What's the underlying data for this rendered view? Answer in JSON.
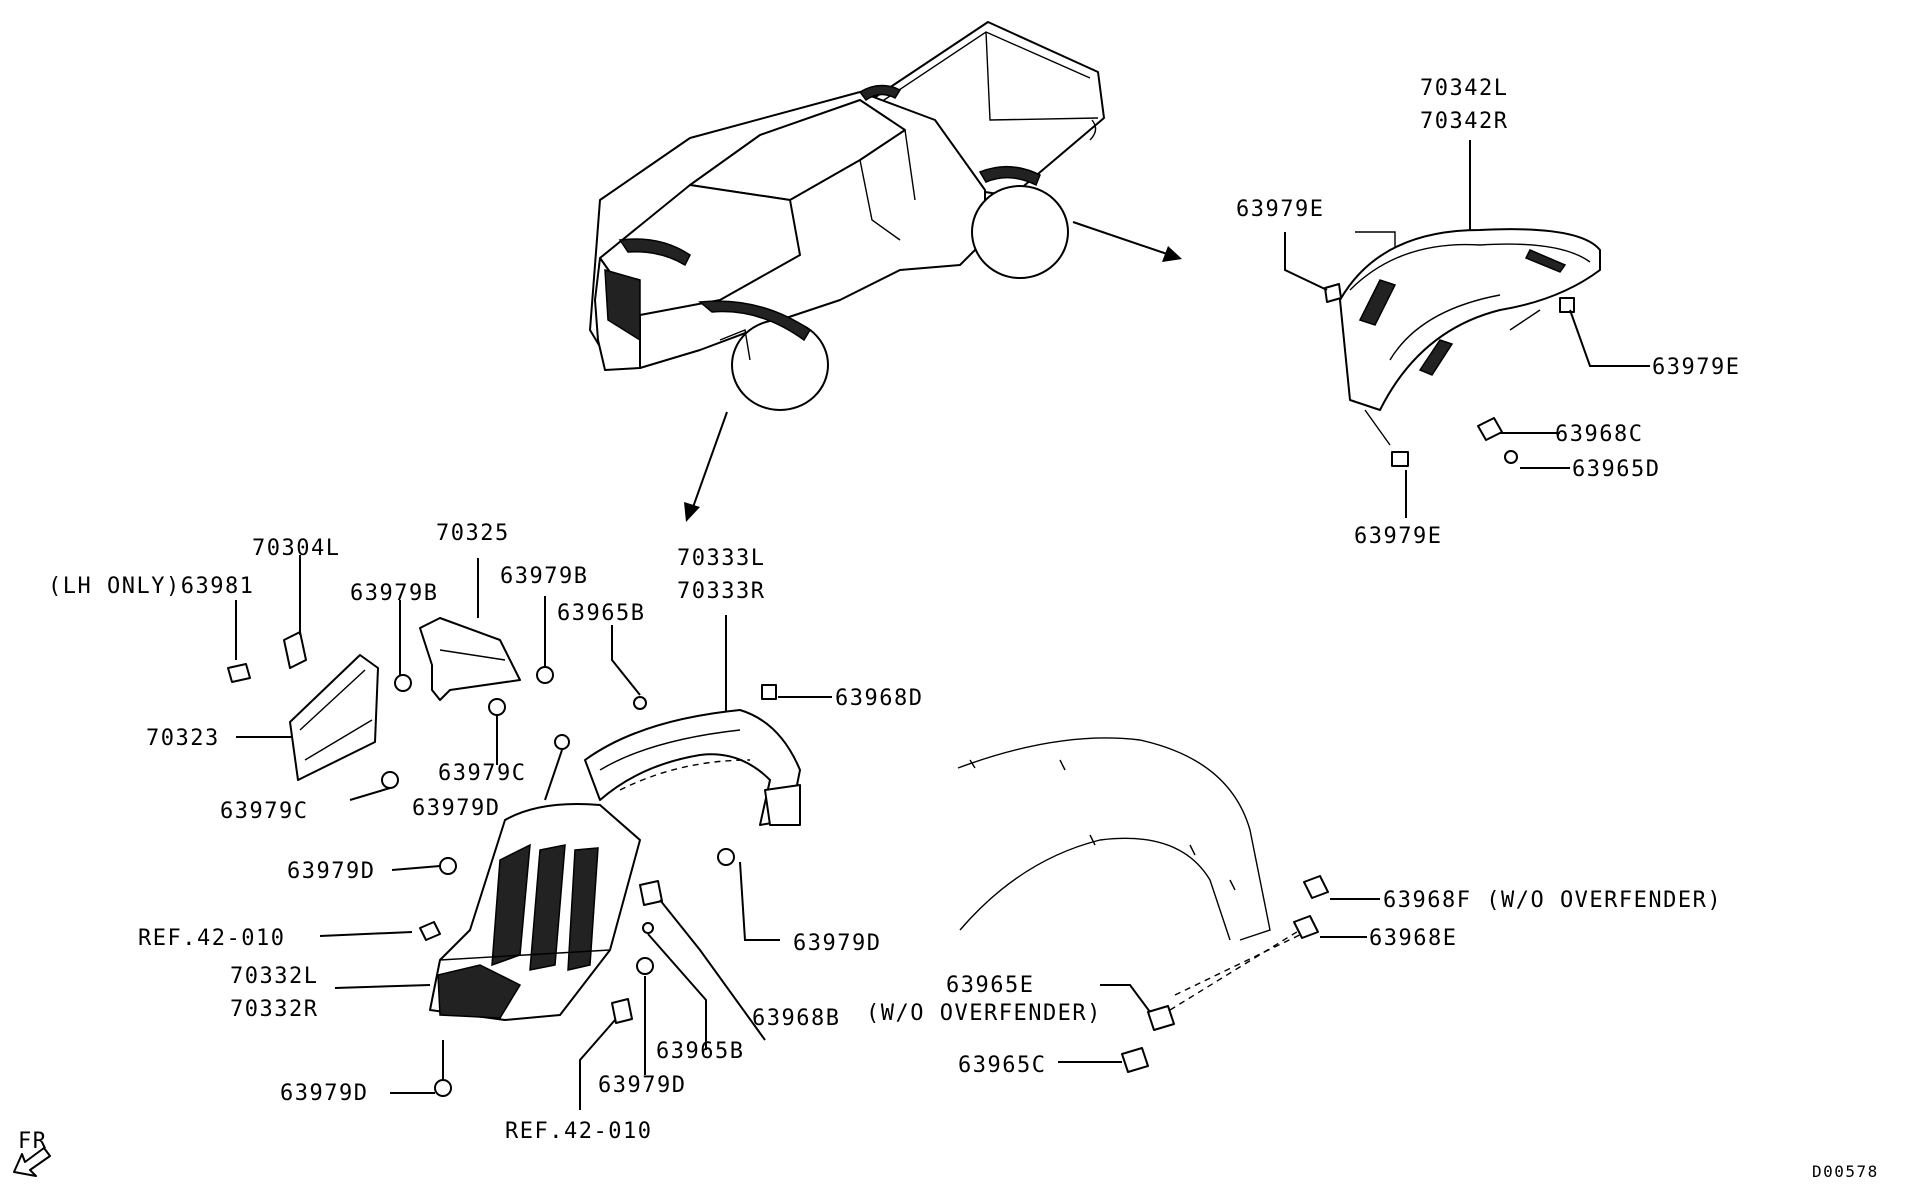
{
  "labels": {
    "p70342L": "70342L",
    "p70342R": "70342R",
    "p63979E_top": "63979E",
    "p63979E_right": "63979E",
    "p63968C": "63968C",
    "p63965D": "63965D",
    "p63979E_bottom": "63979E",
    "p70304L": "70304L",
    "lh_only_63981": "(LH ONLY)63981",
    "p63979B_left": "63979B",
    "p70325": "70325",
    "p63979B_right": "63979B",
    "p70333L": "70333L",
    "p70333R": "70333R",
    "p63965B_top": "63965B",
    "p63968D": "63968D",
    "p70323": "70323",
    "p63979C_mid": "63979C",
    "p63979C_left": "63979C",
    "p63979D_mid": "63979D",
    "p63979D_left": "63979D",
    "ref_42_010_left": "REF.42-010",
    "p70332L": "70332L",
    "p70332R": "70332R",
    "p63979D_right": "63979D",
    "p63968B": "63968B",
    "p63965B_bottom": "63965B",
    "p63979D_bottom_center": "63979D",
    "p63979D_bottom_left": "63979D",
    "ref_42_010_bottom": "REF.42-010",
    "p63968F": "63968F (W/O OVERFENDER)",
    "p63968E": "63968E",
    "p63965E": "63965E",
    "wo_overfender": "(W/O OVERFENDER)",
    "p63965C": "63965C",
    "fr": "FR",
    "diagram_code": "D00578"
  },
  "colors": {
    "line": "#000000",
    "background": "#ffffff"
  },
  "icons": {
    "front_direction": "fr-arrow-icon"
  }
}
